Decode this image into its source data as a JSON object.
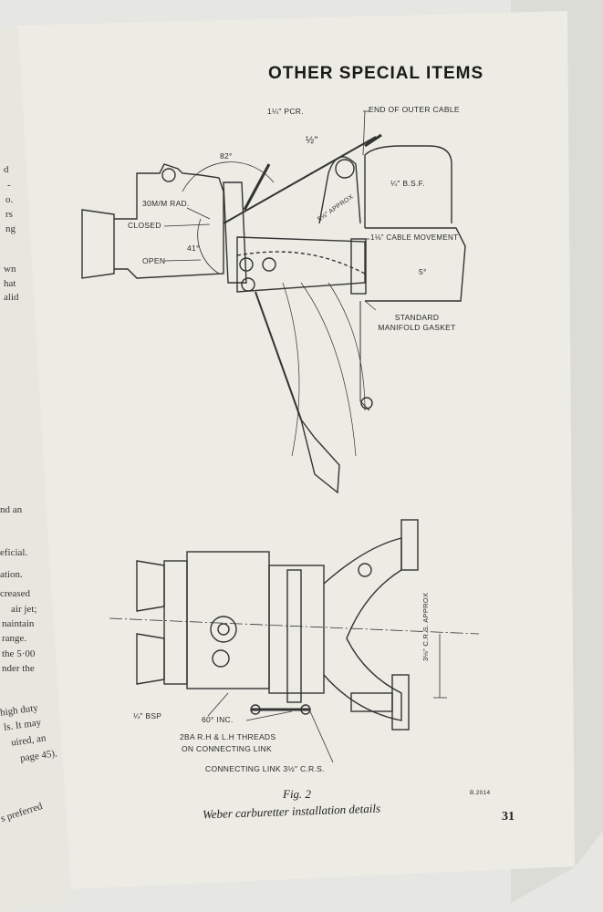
{
  "left_page": {
    "lines": [
      "d",
      "-",
      "o.",
      "rs",
      "ng",
      "wn",
      "hat",
      "alid",
      "nd an",
      "eficial.",
      "ation.",
      "creased",
      "air jet;",
      "naintain",
      "range.",
      "the 5·00",
      "nder the",
      "high duty",
      "ls. It may",
      "uired, an",
      "page 45).",
      "s preferred"
    ]
  },
  "page": {
    "heading": "OTHER SPECIAL ITEMS",
    "page_number": "31",
    "figure_ref": "B.2014",
    "figure_number": "Fig. 2",
    "figure_caption": "Weber carburetter installation details"
  },
  "top_view_labels": {
    "pcr": "1¼\" PCR.",
    "end_outer_cable": "END OF OUTER CABLE",
    "half_inch": "½\"",
    "angle_82": "82°",
    "bsf": "¼\" B.S.F.",
    "rad": "30M/M RAD.",
    "approx": "5⅛\" APPROX",
    "closed": "CLOSED",
    "cable_movement": "1⅛\" CABLE MOVEMENT",
    "angle_41": "41°",
    "open": "OPEN",
    "angle_5": "5°",
    "gasket": "STANDARD MANIFOLD GASKET"
  },
  "bottom_view_labels": {
    "crs_approx": "3⅛\" C.R.S. APPROX",
    "bsp": "¼\" BSP",
    "inc": "60° INC.",
    "threads": "2BA R.H & L.H THREADS",
    "threads2": "ON CONNECTING LINK",
    "link": "CONNECTING LINK 3½\" C.R.S."
  }
}
